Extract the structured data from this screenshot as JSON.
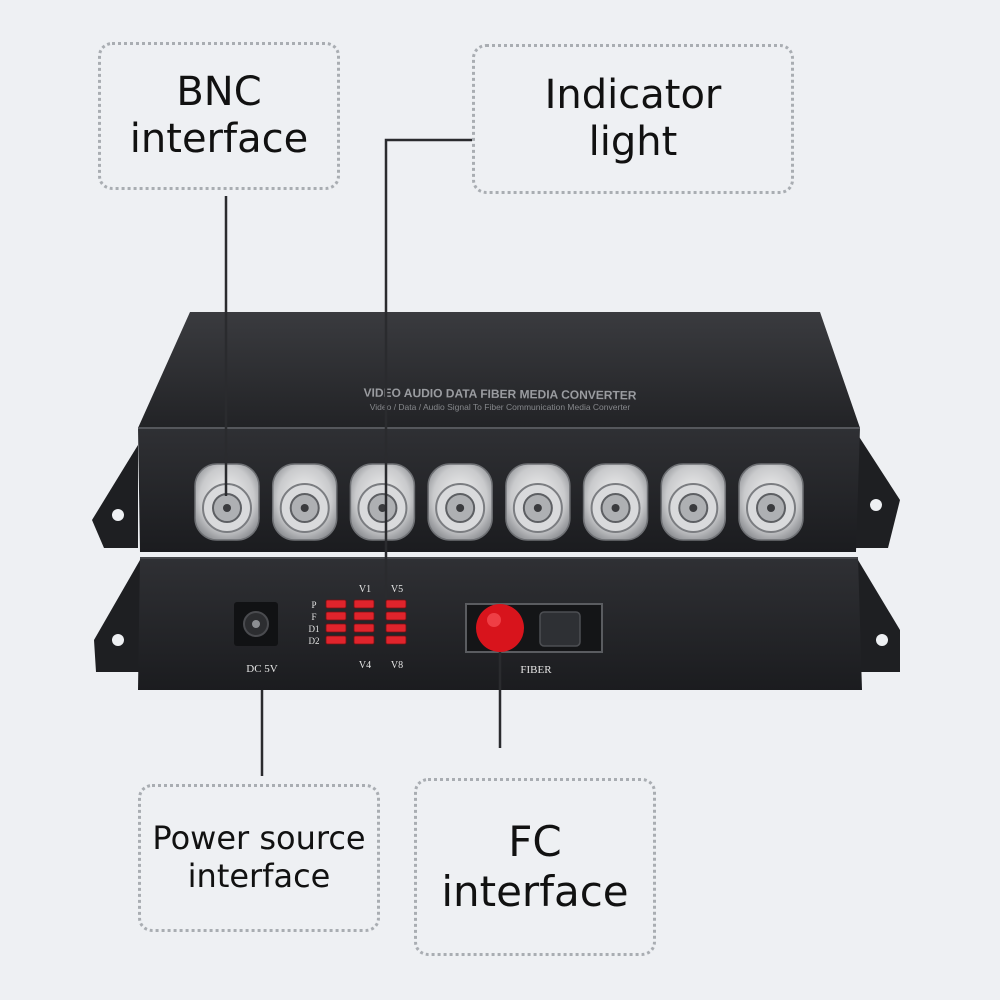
{
  "callouts": {
    "bnc": {
      "line1": "BNC",
      "line2": "interface"
    },
    "indicator": {
      "line1": "Indicator",
      "line2": "light"
    },
    "power": {
      "line1": "Power source",
      "line2": "interface"
    },
    "fc": {
      "line1": "FC",
      "line2": "interface"
    }
  },
  "device": {
    "top_label": "VIDEO AUDIO DATA FIBER MEDIA CONVERTER",
    "top_sublabel": "Video / Data / Audio Signal To Fiber Communication Media Converter",
    "bnc_port_count": 8,
    "power_label": "DC 5V",
    "fiber_label": "FIBER",
    "led_left_labels": [
      "P",
      "F",
      "D1",
      "D2"
    ],
    "led_top_labels": [
      "V1",
      "V5"
    ],
    "led_bottom_labels": [
      "V4",
      "V8"
    ],
    "led_color": "#e0242c",
    "fc_port_color": "#d8141c",
    "body_color": "#2a2b2e"
  }
}
